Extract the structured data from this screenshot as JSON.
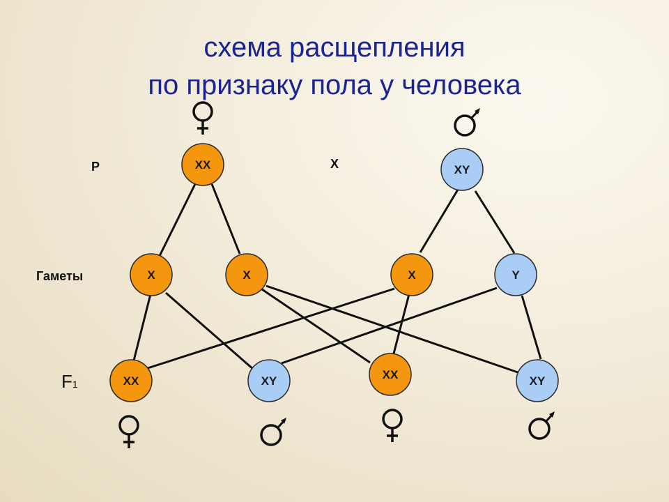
{
  "title": {
    "line1": "схема расщепления",
    "line2": "по признаку пола у человека"
  },
  "labels": {
    "parents": "P",
    "cross": "X",
    "gametes": "Гаметы",
    "f1_main": "F",
    "f1_sub": "1"
  },
  "colors": {
    "female": "#f5960f",
    "male": "#a9cdf5",
    "outline": "#2a2a2a",
    "title": "#1c2490"
  },
  "nodes": {
    "mother": {
      "text": "XX",
      "sex": "female"
    },
    "father": {
      "text": "XY",
      "sex": "male"
    },
    "gamete_m1": {
      "text": "X",
      "sex": "female"
    },
    "gamete_m2": {
      "text": "X",
      "sex": "female"
    },
    "gamete_f1": {
      "text": "X",
      "sex": "female"
    },
    "gamete_f2": {
      "text": "Y",
      "sex": "male"
    },
    "child1": {
      "text": "XX",
      "sex": "female"
    },
    "child2": {
      "text": "XY",
      "sex": "male"
    },
    "child3": {
      "text": "XX",
      "sex": "female"
    },
    "child4": {
      "text": "XY",
      "sex": "male"
    }
  },
  "symbols": {
    "female": "female-symbol-icon",
    "male": "male-symbol-icon"
  }
}
